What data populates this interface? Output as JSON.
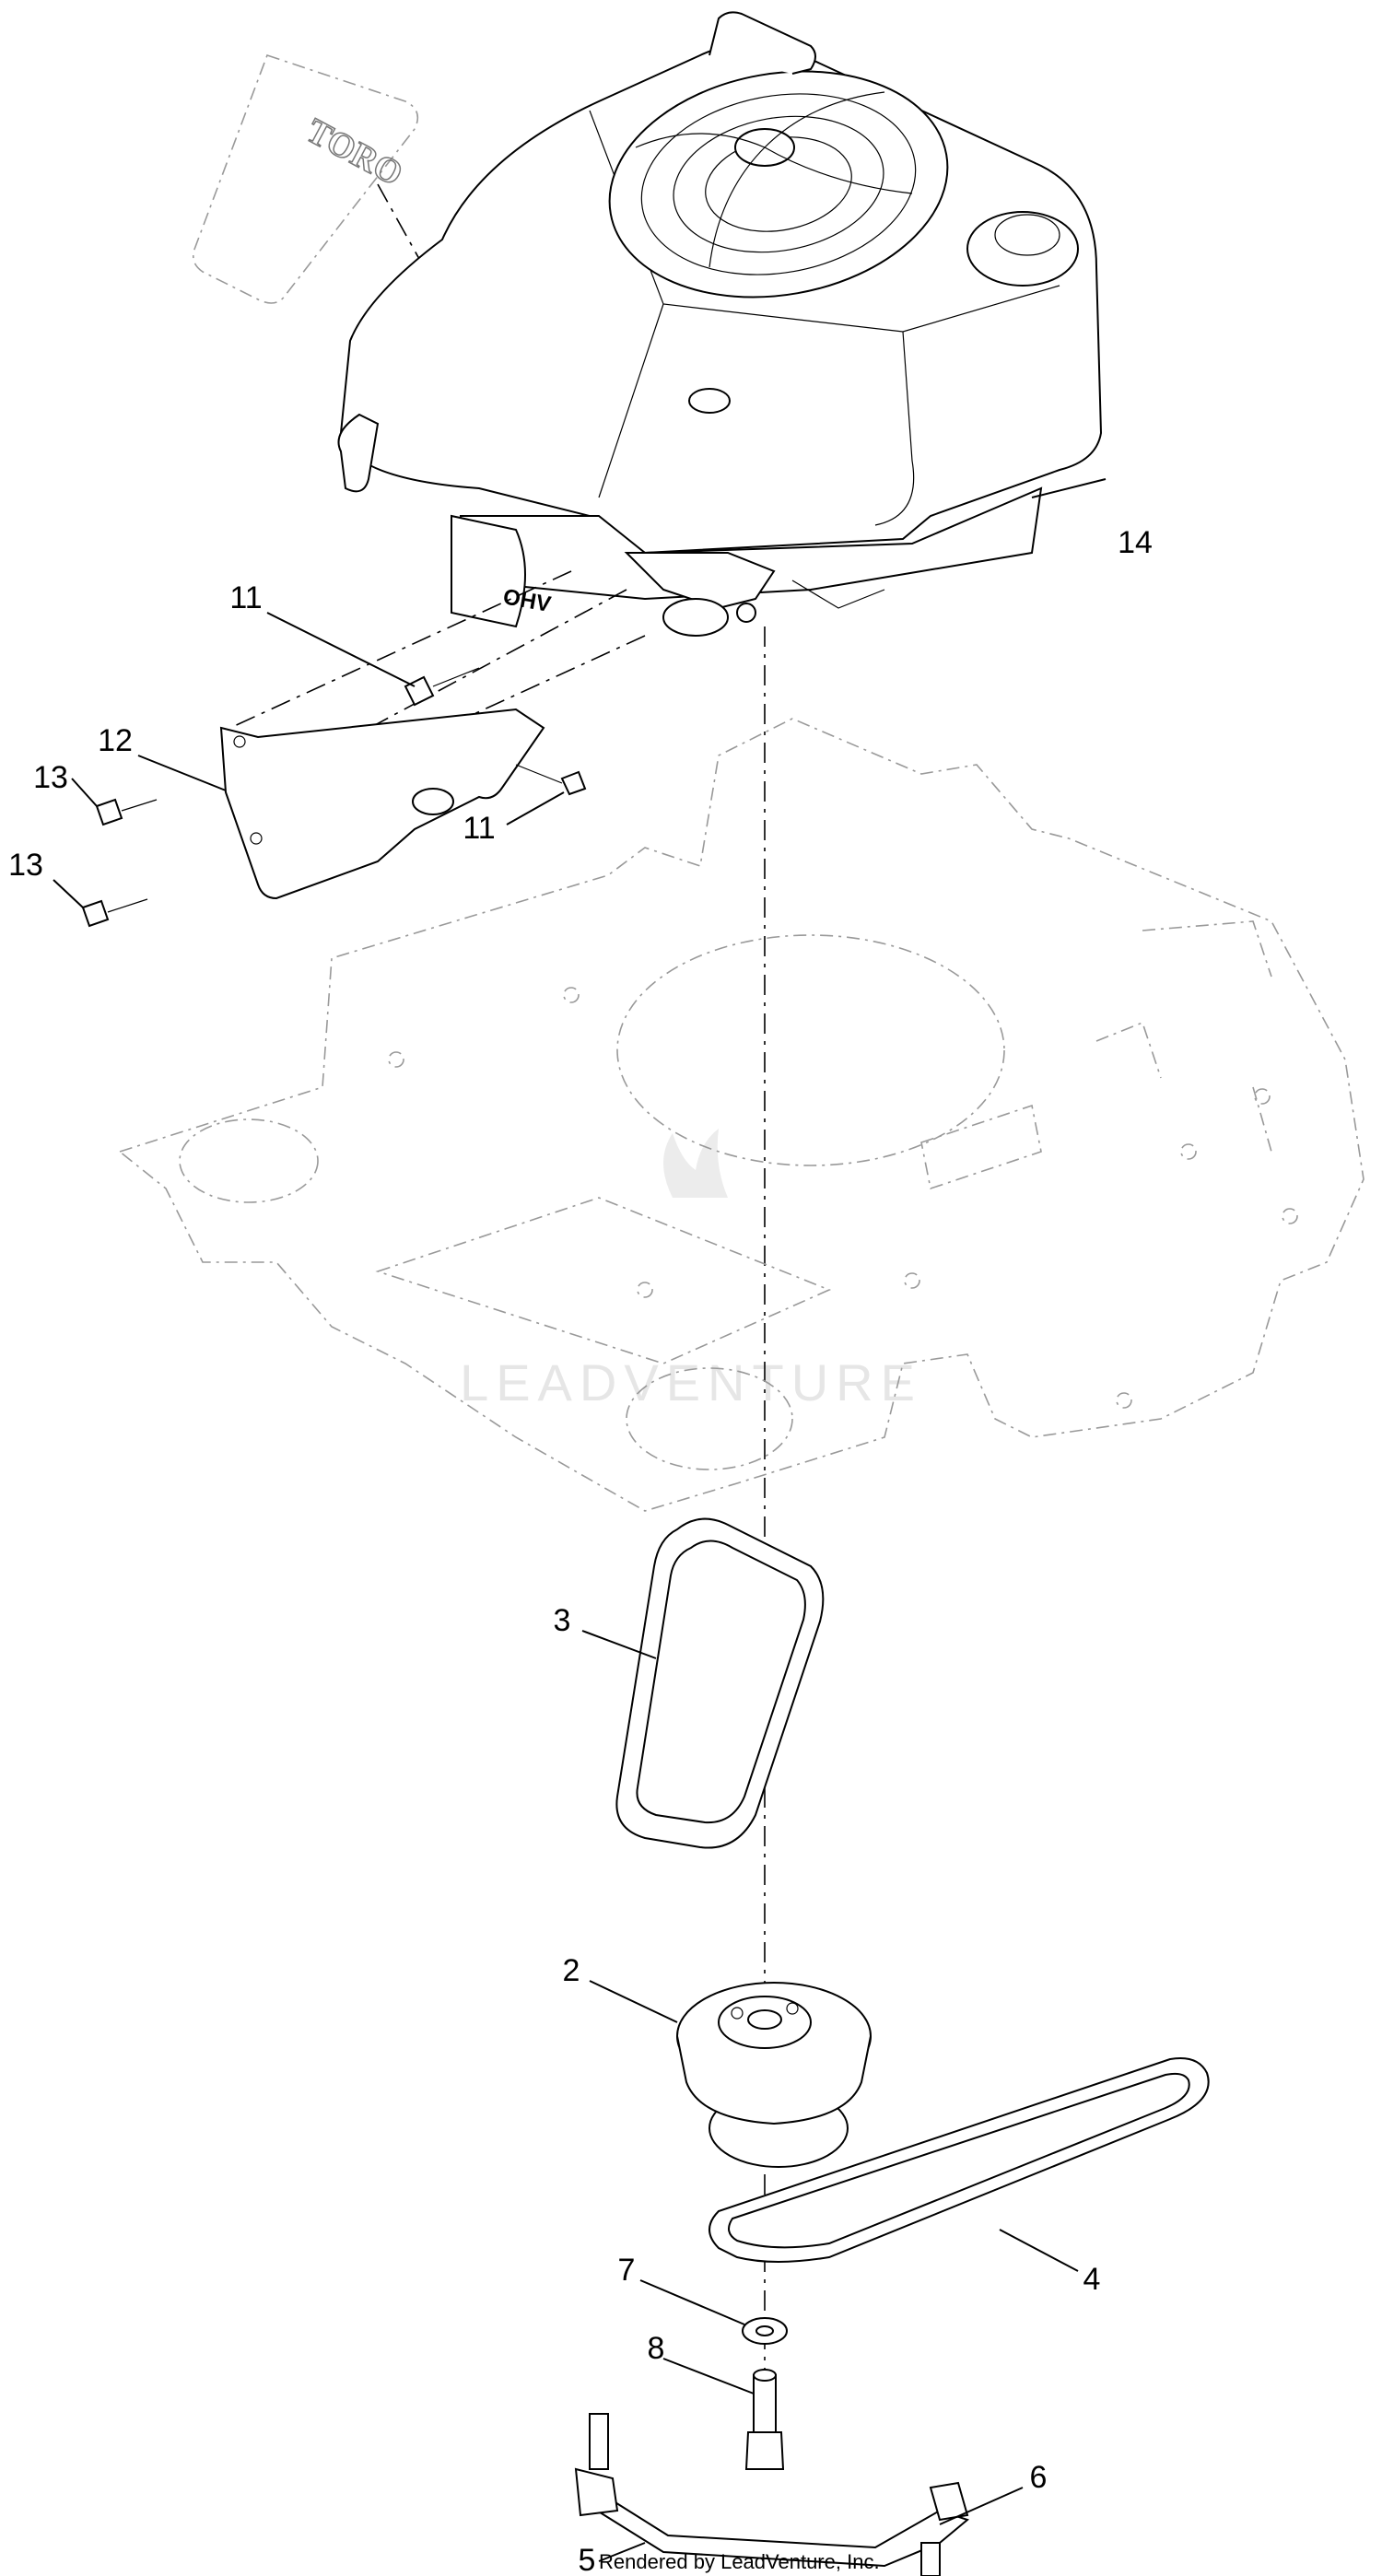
{
  "watermark": "LEADVENTURE",
  "footer_credit": "Rendered by LeadVenture, Inc.",
  "decal_text": "TORO",
  "ohv_text": "OHV",
  "callouts": [
    {
      "id": "14",
      "label": "14"
    },
    {
      "id": "11a",
      "label": "11"
    },
    {
      "id": "12",
      "label": "12"
    },
    {
      "id": "13a",
      "label": "13"
    },
    {
      "id": "11b",
      "label": "11"
    },
    {
      "id": "13b",
      "label": "13"
    },
    {
      "id": "3",
      "label": "3"
    },
    {
      "id": "2",
      "label": "2"
    },
    {
      "id": "4",
      "label": "4"
    },
    {
      "id": "7",
      "label": "7"
    },
    {
      "id": "8",
      "label": "8"
    },
    {
      "id": "6",
      "label": "6"
    },
    {
      "id": "5",
      "label": "5"
    }
  ]
}
